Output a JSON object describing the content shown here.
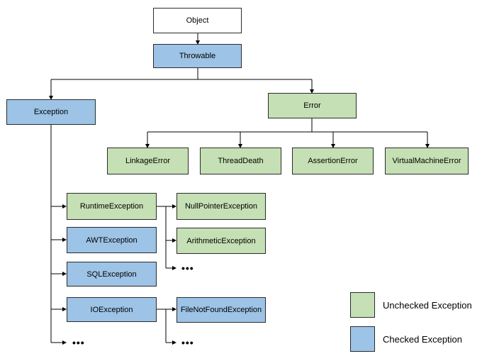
{
  "colors": {
    "checked": "#9dc3e6",
    "unchecked": "#c5e0b4",
    "root": "#ffffff",
    "line": "#000000"
  },
  "nodes": {
    "object": "Object",
    "throwable": "Throwable",
    "exception": "Exception",
    "error": "Error",
    "linkage_error": "LinkageError",
    "thread_death": "ThreadDeath",
    "assertion_error": "AssertionError",
    "virtual_machine_error": "VirtualMachineError",
    "runtime_exception": "RuntimeException",
    "awt_exception": "AWTException",
    "sql_exception": "SQLException",
    "io_exception": "IOException",
    "null_pointer_exception": "NullPointerException",
    "arithmetic_exception": "ArithmeticException",
    "file_not_found_exception": "FileNotFoundException"
  },
  "ellipsis": "•••",
  "legend": {
    "unchecked": "Unchecked Exception",
    "checked": "Checked Exception"
  }
}
